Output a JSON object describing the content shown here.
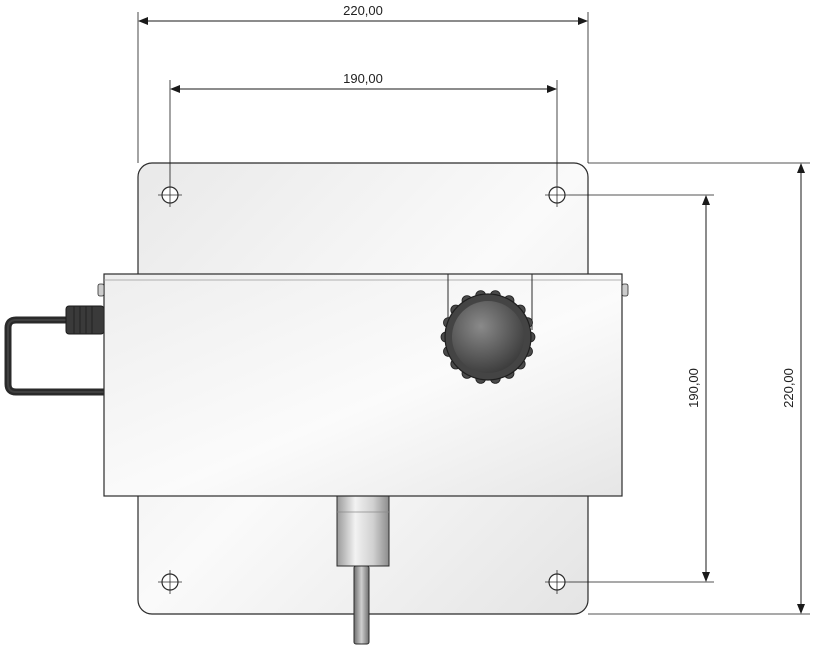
{
  "dimensions": {
    "plate_width": "220,00",
    "hole_spacing_horizontal": "190,00",
    "hole_spacing_vertical": "190,00",
    "plate_height": "220,00"
  },
  "colors": {
    "line": "#1a1a1a",
    "plate": "#f2f2f2",
    "housing": "#f7f7f7",
    "knob": "#555555",
    "cable": "#2a2a2a"
  }
}
